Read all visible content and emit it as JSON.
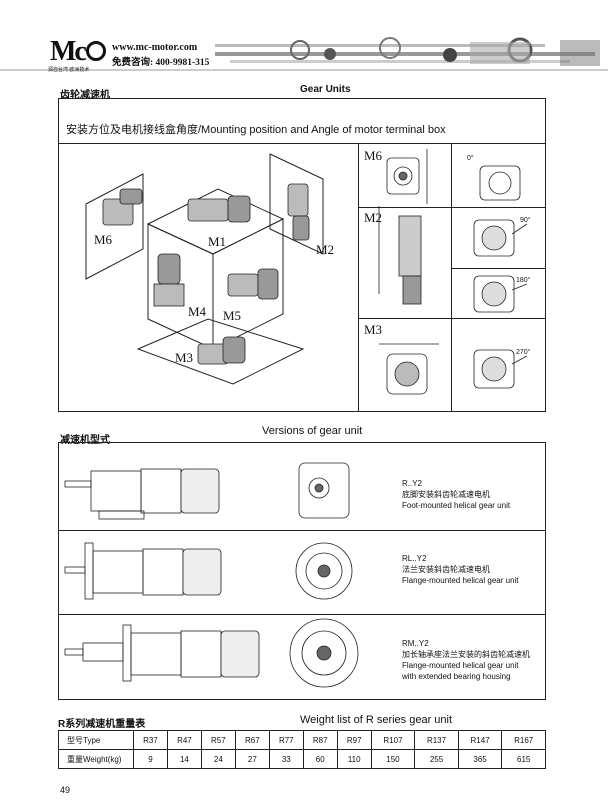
{
  "header": {
    "logo_text": "Mc",
    "logo_sub": "源自台湾 欧洲技术",
    "url": "www.mc-motor.com",
    "phone": "免费咨询: 400-9981-315"
  },
  "gear_units": {
    "title_cn": "齿轮减速机",
    "title_en": "Gear Units",
    "mounting_title": "安装方位及电机接线盒角度/Mounting  position and Angle of motor terminal box",
    "positions": [
      "M6",
      "M1",
      "M2",
      "M4",
      "M5",
      "M3"
    ],
    "side_labels": [
      "M6",
      "M2",
      "M3"
    ],
    "angles": [
      "0°",
      "90°",
      "180°",
      "270°"
    ]
  },
  "versions": {
    "title_cn": "减速机型式",
    "title_en": "Versions  of  gear  unit",
    "items": [
      {
        "code": "R..Y2",
        "cn": "底脚安装斜齿轮减速电机",
        "en": "Foot-mounted  helical gear unit"
      },
      {
        "code": "RL..Y2",
        "cn": "法兰安装斜齿轮减速电机",
        "en": "Flange-mounted helical gear unit"
      },
      {
        "code": "RM..Y2",
        "cn": "加长轴承座法兰安装的斜齿轮减速机",
        "en": "Flange-mounted helical gear unit",
        "en2": "with extended bearing housing"
      }
    ]
  },
  "weight": {
    "title_cn": "R系列减速机重量表",
    "title_en": "Weight list of R series gear unit",
    "row1_label": "型号Type",
    "row2_label": "重量Weight(kg)",
    "types": [
      "R37",
      "R47",
      "R57",
      "R67",
      "R77",
      "R87",
      "R97",
      "R107",
      "R137",
      "R147",
      "R167"
    ],
    "weights": [
      "9",
      "14",
      "24",
      "27",
      "33",
      "60",
      "110",
      "150",
      "255",
      "365",
      "615"
    ]
  },
  "page_number": "49"
}
